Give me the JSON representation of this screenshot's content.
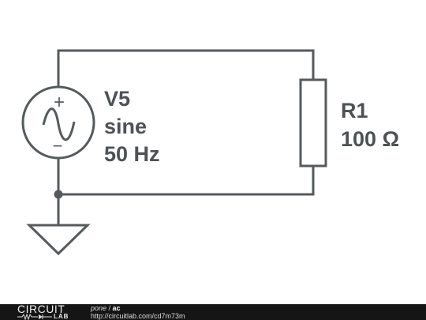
{
  "schematic": {
    "source": {
      "name": "V5",
      "type": "sine",
      "frequency": "50 Hz",
      "plus_symbol": "+",
      "minus_symbol": "−"
    },
    "resistor": {
      "name": "R1",
      "value": "100 Ω"
    },
    "colors": {
      "wire": "#555a5d",
      "label": "#4d5255"
    }
  },
  "footer": {
    "logo_top": "CIRCUIT",
    "logo_bottom": "LAB",
    "user": "pone",
    "separator": " / ",
    "title": "ac",
    "url": "http://circuitlab.com/cd7m73m",
    "background": "#151515"
  }
}
